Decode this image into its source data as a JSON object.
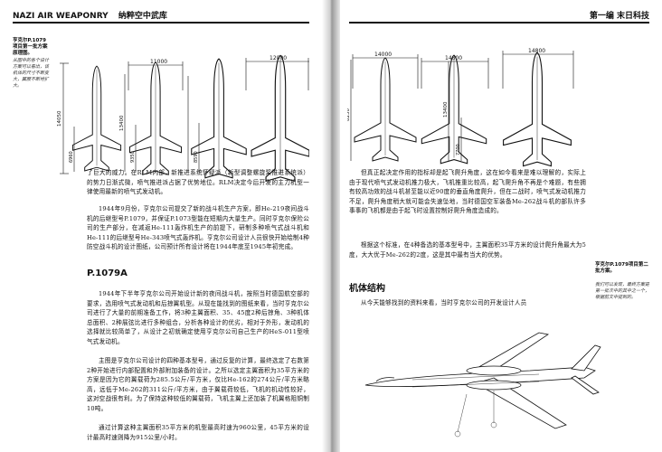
{
  "left_page": {
    "header": {
      "title_en": "NAZI AIR WEAPONRY",
      "title_cn": "纳粹空中武库"
    },
    "caption": {
      "title": "亨克尔P.1079项目第一批方案原理图。",
      "note": "从图中的各个设计方案可以看出，该机体的尺寸不断变大，翼展不断地扩大。"
    },
    "diagram": {
      "dims": [
        "11000",
        "12000",
        "14050",
        "13400",
        "6960",
        "9350",
        "8590"
      ]
    },
    "intro_paragraph": "了巨大的威力。在RLM内部，新推进系统怀疑派（新型调整螺旋桨推进系统派）的势力日渐式微，喷气推进派占据了优势地位。RLM决定今后开发的主力机型一律使用最新的喷气式发动机。",
    "paragraph_1944": "1944年9月份，亨克尔公司提交了新的战斗机生产方案，即He-219夜间战斗机的后继型号P.1079，并保证P.1073型能在短期内大量生产。同时亨克尔保险公司的生产部分，在减返He-111轰炸机生产的前提下，研制多种喷气式战斗机和He-111的后继型号He-343喷气式轰炸机。亨克尔公司设计人员很快开始绘制4种防空战斗机的设计图纸，公司预计所有设计将在1944年底至1945年初完成。",
    "section_heading": "P.1079A",
    "paragraph_design_1": "1944年下半年亨克尔公司开始设计新的夜间战斗机，按照当时德国航空部的要求，选用喷气式发动机和后掠翼机型。从现在能找到的图纸来看，当时亨克尔公司进行了大量的前期准备工作，将3种主翼面积、35、45度2种后掠角、3种机体总面积、2种展弦比进行多种组合，分析各种设计的优劣，相对于外形，发动机的选择就比较简单了，从设计之初就确定使用亨克尔公司自己生产的HeS-011型喷气式发动机。",
    "paragraph_design_2": "主图是亨克尔公司设计的四种基本型号，通过反复的计算，最终选定了右数第2种开始进行内部配置和外部附加装备的设计。之所以选定主翼面积为35平方米的方案是因为它的翼载荷为285.5公斤/平方米，仅比He-162的274公斤/平方米略高，远低于Me-262的311公斤/平方米，由于翼载荷较低，飞机的机动性较好，这对空战很有利。为了保持这种较低的翼载荷，飞机主翼上还加装了机翼格阻铜制10吨。",
    "paragraph_design_3": "通过计算这种主翼面积35平方米的机型最高时速为960公里，45平方米的设计最高时速则降为915公里/小时。"
  },
  "right_page": {
    "header": {
      "title_cn": "第一编  末日科技"
    },
    "diagram": {
      "dims": [
        "14000",
        "14800",
        "14800",
        "13400",
        "7700",
        "8230"
      ]
    },
    "paragraph_1": "但真正起决定作用的指标却是起飞爬升角度，这在如今看来是难以理解的，实际上由于现代喷气式发动机推力极大，飞机推重比较高，起飞爬升角不再是个难题，有些拥有较高功效的战斗机甚至能以近90度的垂直角度爬升，但在二战时，喷气式发动机推力不足，爬升角度稍大就可能会失速坠地，当时德国空军装备Me-262战斗机的部队许多事事的飞机都是由于起飞时设置控制好爬升角度造成的。",
    "paragraph_2": "根据这个标准，在4种备选的基本型号中，主翼面积35平方米的设计爬升角最大为5度，大大优于Me-262的2度，这是其中最有当大的优势。",
    "section_heading": "机体结构",
    "paragraph_3": "从今天能够找到的资料来看，当时亨克尔公司的开发设计人员",
    "caption": {
      "title": "亨克尔P.1079项目第二批方案。",
      "note": "我们可以发现，最终方案是第一批次中的其中之一个，根据前文中提到的。"
    }
  }
}
